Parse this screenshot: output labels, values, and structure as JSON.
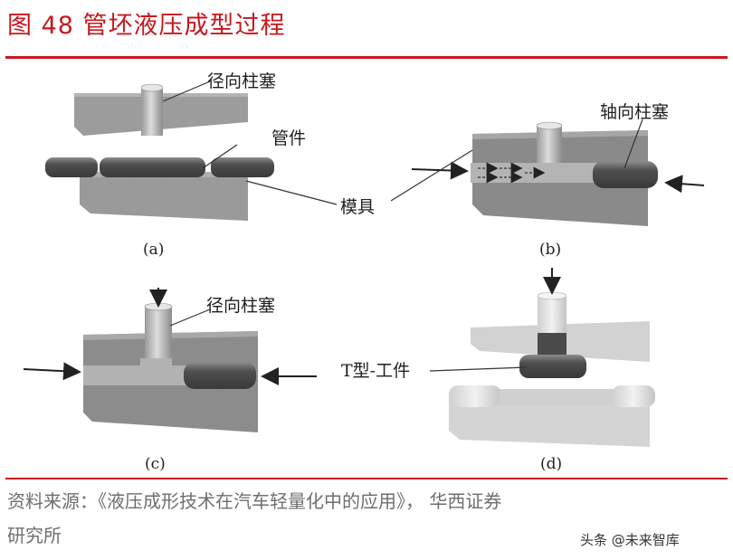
{
  "title": "图 48 管坯液压成型过程",
  "figure": {
    "labels": {
      "radial_plunger_a": "径向柱塞",
      "tube": "管件",
      "die": "模具",
      "axial_plunger": "轴向柱塞",
      "radial_plunger_c": "径向柱塞",
      "t_workpiece": "T型-工件"
    },
    "captions": [
      "(a)",
      "(b)",
      "(c)",
      "(d)"
    ]
  },
  "source": {
    "line1": "资料来源：《液压成形技术在汽车轻量化中的应用》， 华西证券",
    "line2": "研究所"
  },
  "watermark": "头条 @未来智库"
}
